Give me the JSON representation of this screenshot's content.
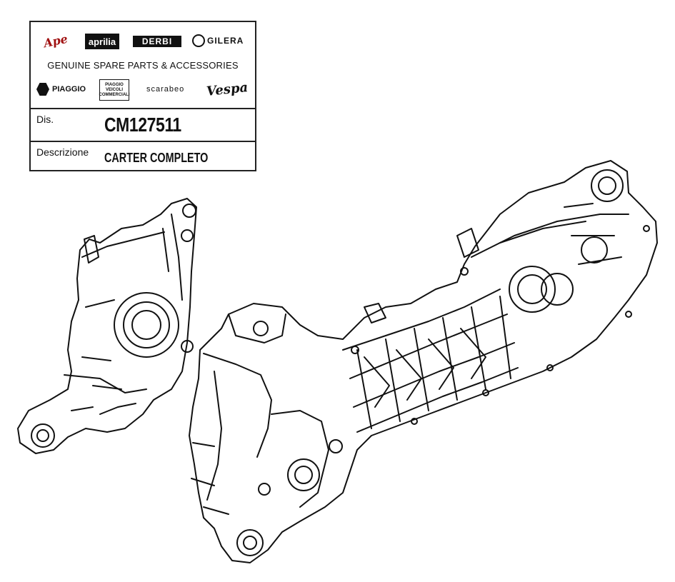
{
  "brands": {
    "ape": "Ape",
    "aprilia": "aprilia",
    "derbi": "DERBI",
    "gilera": "GILERA",
    "gilera_mark": "GILERA",
    "piaggio": "PIAGGIO",
    "piaggio_vc_top": "PIAGGIO",
    "piaggio_vc_bottom": "VEICOLI COMMERCIALI",
    "scarabeo": "scarabeo",
    "vespa": "Vespa"
  },
  "tagline": "GENUINE SPARE PARTS & ACCESSORIES",
  "dis": {
    "label": "Dis.",
    "value": "CM127511"
  },
  "descrizione": {
    "label": "Descrizione",
    "value": "CARTER COMPLETO"
  }
}
